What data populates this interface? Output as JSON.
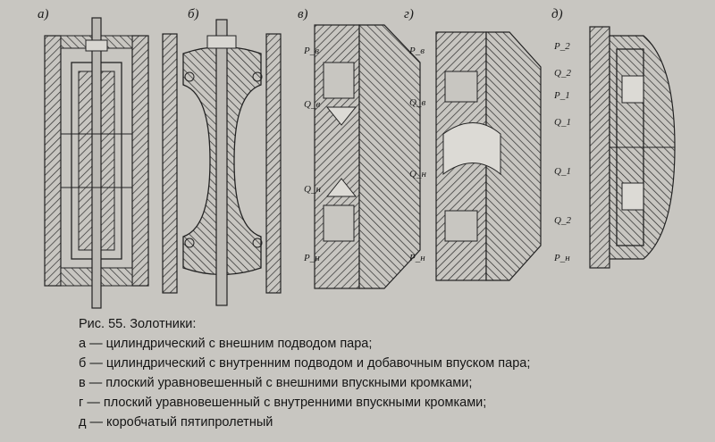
{
  "figure": {
    "panel_labels": [
      "а)",
      "б)",
      "в)",
      "г)",
      "д)"
    ],
    "dimension_labels": {
      "v": [
        "P_в",
        "Q_в",
        "Q_н",
        "P_н"
      ],
      "g": [
        "P_в",
        "Q_в",
        "Q_н",
        "P_н"
      ],
      "d": [
        "P_2",
        "Q_2",
        "P_1",
        "Q_1",
        "Q_1",
        "Q_2",
        "P_н"
      ]
    }
  },
  "caption": {
    "title": "Рис. 55. Золотники:",
    "lines": [
      "а — цилиндрический с внешним подводом пара;",
      "б — цилиндрический с внутренним подводом и добавочным впуском пара;",
      "в — плоский уравновешенный с внешними впускными кромками;",
      "г — плоский уравновешенный с внутренними впускными кромками;",
      "д — коробчатый пятипролетный"
    ]
  }
}
